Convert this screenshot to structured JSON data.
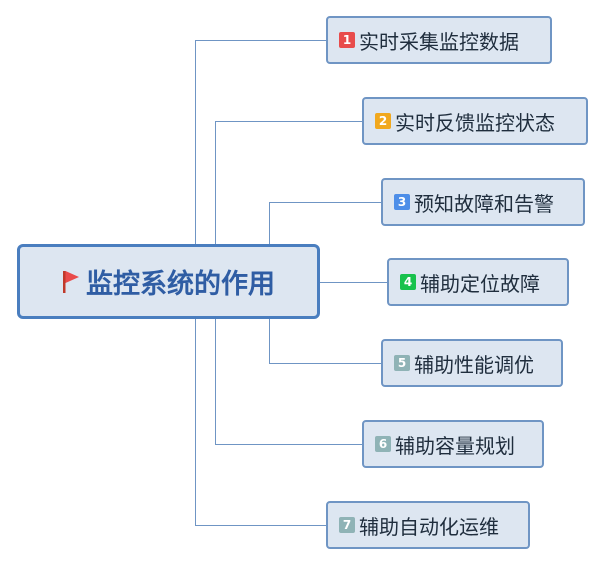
{
  "root": {
    "title": "监控系统的作用",
    "flag_color": "#e94b4b"
  },
  "colors": {
    "line": "#6f95c4",
    "node_bg": "#dde6f1",
    "root_border": "#4a7ebf",
    "root_text": "#2f5da4"
  },
  "nodes": [
    {
      "num": "1",
      "label": "实时采集监控数据",
      "badge_color": "#e84c4c"
    },
    {
      "num": "2",
      "label": "实时反馈监控状态",
      "badge_color": "#f1a81e"
    },
    {
      "num": "3",
      "label": "预知故障和告警",
      "badge_color": "#4d8ee8"
    },
    {
      "num": "4",
      "label": "辅助定位故障",
      "badge_color": "#18c24d"
    },
    {
      "num": "5",
      "label": "辅助性能调优",
      "badge_color": "#8fb3b6"
    },
    {
      "num": "6",
      "label": "辅助容量规划",
      "badge_color": "#8fb3b6"
    },
    {
      "num": "7",
      "label": "辅助自动化运维",
      "badge_color": "#8fb3b6"
    }
  ]
}
